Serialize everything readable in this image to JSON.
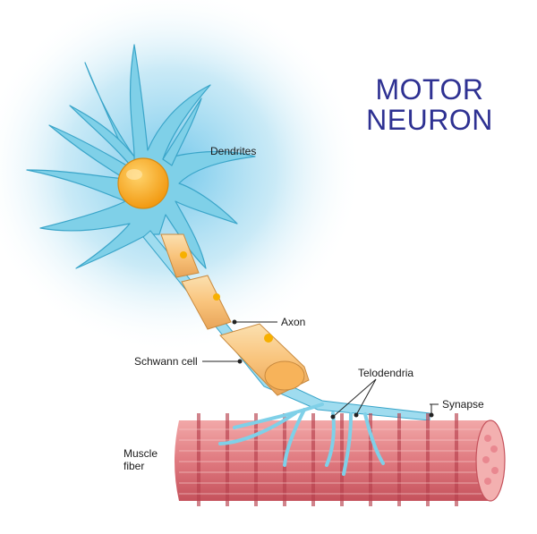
{
  "title": {
    "line1": "MOTOR",
    "line2": "NEURON"
  },
  "labels": {
    "dendrites": "Dendrites",
    "axon": "Axon",
    "schwann_cell": "Schwann cell",
    "telodendria": "Telodendria",
    "synapse": "Synapse",
    "muscle_fiber_line1": "Muscle",
    "muscle_fiber_line2": "fiber"
  },
  "colors": {
    "title": "#2e3192",
    "glow": "#9fd8ef",
    "neuron_body": "#7fd0e8",
    "neuron_outline": "#3aa5c9",
    "nucleus": "#f7a81c",
    "myelin": "#f9c784",
    "muscle_base": "#e2878a",
    "muscle_stripe": "#c94f5a",
    "leader_line": "#222222"
  }
}
